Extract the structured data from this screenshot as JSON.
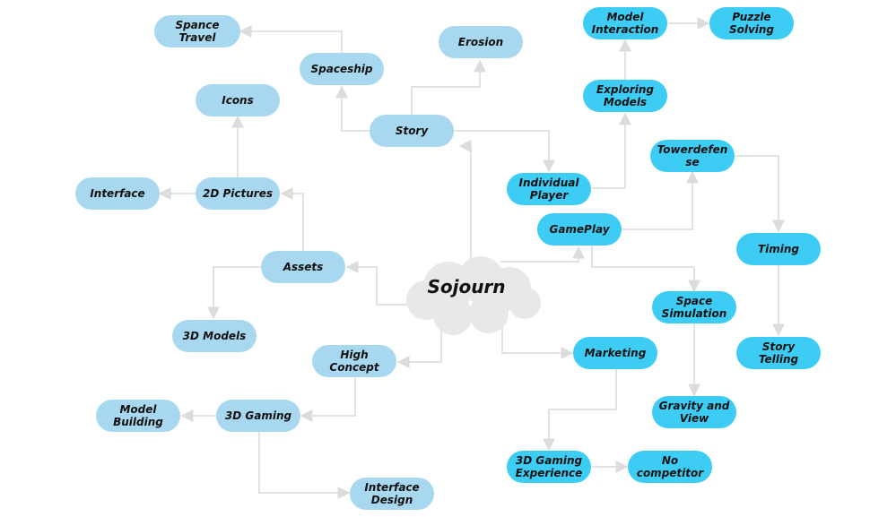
{
  "root": {
    "label": "Sojourn"
  },
  "nodes": {
    "story": "Story",
    "erosion": "Erosion",
    "spaceship": "Spaceship",
    "spance_travel": "Spance\nTravel",
    "icons": "Icons",
    "pictures_2d": "2D Pictures",
    "interface": "Interface",
    "assets": "Assets",
    "models_3d": "3D Models",
    "high_concept": "High\nConcept",
    "gaming_3d": "3D Gaming",
    "model_building": "Model\nBuilding",
    "interface_design": "Interface\nDesign",
    "individual_player": "Individual\nPlayer",
    "exploring_models": "Exploring\nModels",
    "model_interaction": "Model\nInteraction",
    "puzzle_solving": "Puzzle\nSolving",
    "gameplay": "GamePlay",
    "towerdefense": "Towerdefen\nse",
    "timing": "Timing",
    "story_telling": "Story\nTelling",
    "space_simulation": "Space\nSimulation",
    "gravity_view": "Gravity and\nView",
    "marketing": "Marketing",
    "gaming_experience_3d": "3D Gaming\nExperience",
    "no_competitor": "No\ncompetitor"
  },
  "colors": {
    "light_node": "#a8d8ef",
    "bright_node": "#3dcdf4",
    "cloud": "#e8e8e8",
    "connector": "#e3e3e3"
  }
}
